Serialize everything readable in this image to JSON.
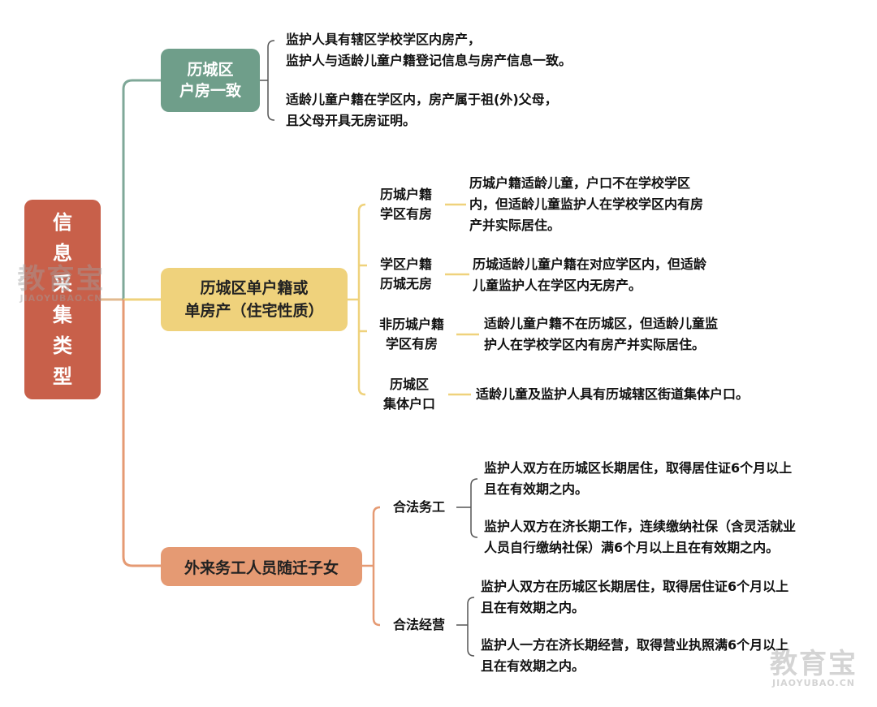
{
  "root": {
    "label": "信息采集类型",
    "chars": [
      "信",
      "息",
      "采",
      "集",
      "类",
      "型"
    ]
  },
  "branch1": {
    "label_lines": [
      "历城区",
      "户房一致"
    ],
    "leaves": [
      "监护人具有辖区学校学区内房产，\n监护人与适龄儿童户籍登记信息与房产信息一致。",
      "适龄儿童户籍在学区内，房产属于祖(外)父母，\n且父母开具无房证明。"
    ]
  },
  "branch2": {
    "label_lines": [
      "历城区单户籍或",
      "单房产（住宅性质）"
    ],
    "subs": [
      {
        "label_lines": [
          "历城户籍",
          "学区有房"
        ],
        "leaf": "历城户籍适龄儿童，户口不在学校学区\n内，但适龄儿童监护人在学校学区内有房\n产并实际居住。"
      },
      {
        "label_lines": [
          "学区户籍",
          "历城无房"
        ],
        "leaf": "历城适龄儿童户籍在对应学区内，但适龄\n儿童监护人在学区内无房产。"
      },
      {
        "label_lines": [
          "非历城户籍",
          "学区有房"
        ],
        "leaf": "适龄儿童户籍不在历城区，但适龄儿童监\n护人在学校学区内有房产并实际居住。"
      },
      {
        "label_lines": [
          "历城区",
          "集体户口"
        ],
        "leaf": "适龄儿童及监护人具有历城辖区街道集体户口。"
      }
    ]
  },
  "branch3": {
    "label": "外来务工人员随迁子女",
    "subs": [
      {
        "label": "合法务工",
        "leaves": [
          "监护人双方在历城区长期居住，取得居住证6个月以上\n且在有效期之内。",
          "监护人双方在济长期工作，连续缴纳社保（含灵活就业\n人员自行缴纳社保）满6个月以上且在有效期之内。"
        ]
      },
      {
        "label": "合法经营",
        "leaves": [
          "监护人双方在历城区长期居住，取得居住证6个月以上\n且在有效期之内。",
          "监护人一方在济长期经营，取得营业执照满6个月以上\n且在有效期之内。"
        ]
      }
    ]
  },
  "watermark": {
    "big": "教育宝",
    "small": "JIAOYUBAO.CN"
  },
  "colors": {
    "root": "#c8604a",
    "branch1": "#6f9e8a",
    "branch2": "#efd27c",
    "branch3": "#e59a73",
    "line1": "#7fa898",
    "line2": "#efd27c",
    "line3": "#e59a73"
  }
}
